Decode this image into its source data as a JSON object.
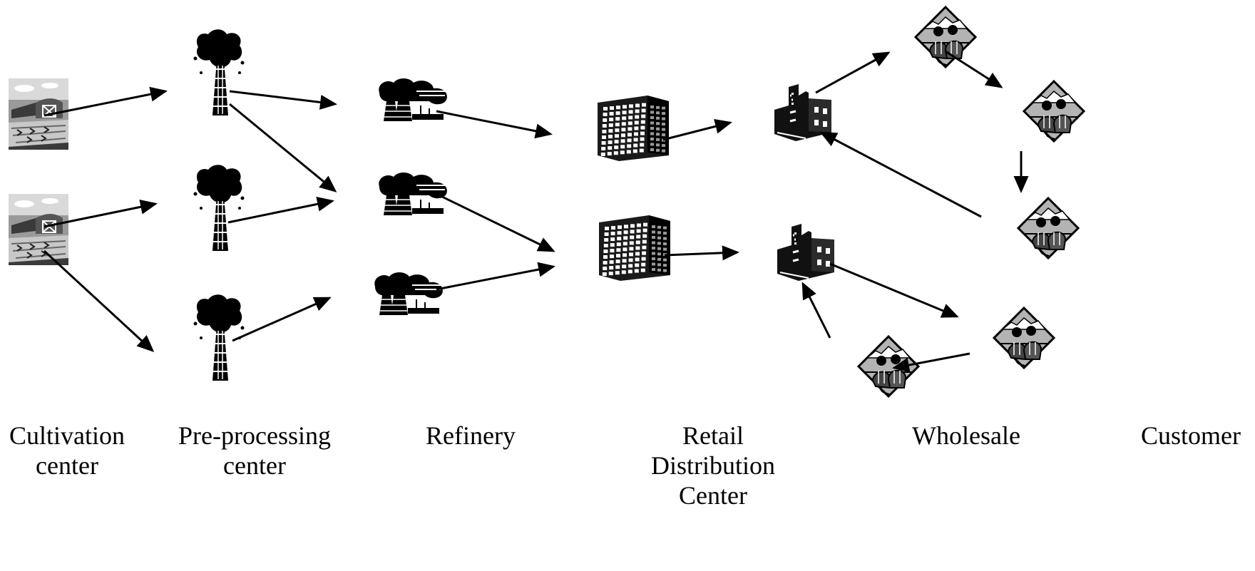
{
  "diagram": {
    "stages": [
      {
        "id": "cultivation",
        "lines": [
          "Cultivation",
          "center"
        ]
      },
      {
        "id": "preprocessing",
        "lines": [
          "Pre-processing",
          "center"
        ]
      },
      {
        "id": "refinery",
        "lines": [
          "Refinery"
        ]
      },
      {
        "id": "retail",
        "lines": [
          "Retail",
          "Distribution",
          "Center"
        ]
      },
      {
        "id": "wholesale",
        "lines": [
          "Wholesale"
        ]
      },
      {
        "id": "customer",
        "lines": [
          "Customer"
        ]
      }
    ],
    "icons": {
      "cultivation": "farm-icon",
      "preprocessing": "oil-rig-icon",
      "refinery": "refinery-icon",
      "retail": "office-building-icon",
      "wholesale": "warehouse-icon",
      "customer": "customers-icon"
    },
    "colors": {
      "ink": "#000000",
      "farm_sky": "#9a9a9a",
      "farm_field": "#c8c8c8",
      "customer_fill": "#b3b3b3",
      "building_fill": "#1a1a1a"
    }
  }
}
